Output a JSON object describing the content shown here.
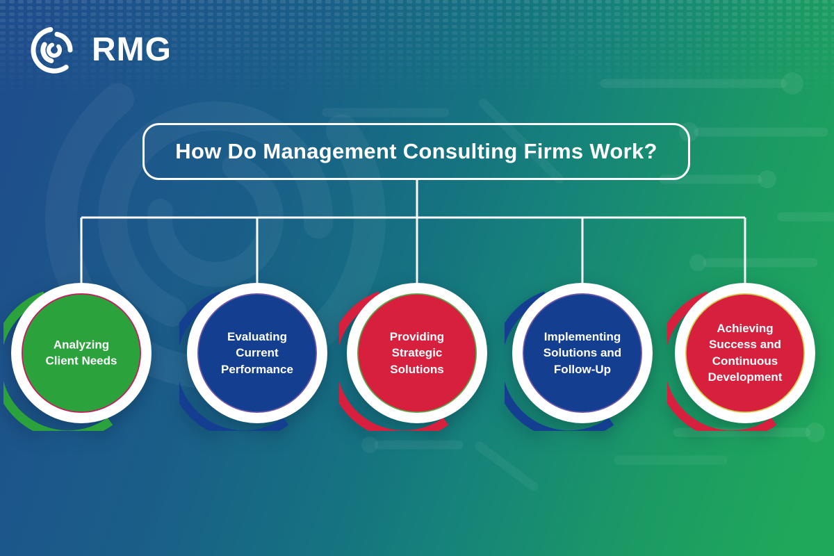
{
  "brand": {
    "name": "RMG",
    "logo_icon": "concentric-arcs-spiral"
  },
  "title": "How Do Management Consulting Firms Work?",
  "colors": {
    "background_blue": "#1E4E8C",
    "background_teal": "#16827A",
    "background_green": "#20A85A",
    "connector": "#FFFFFF",
    "node_green": "#2BA23C",
    "node_blue": "#143F90",
    "node_red": "#D7203D"
  },
  "nodes": [
    {
      "label": "Analyzing\nClient Needs",
      "color": "#2BA23C",
      "accent": "#C9195C"
    },
    {
      "label": "Evaluating\nCurrent\nPerformance",
      "color": "#143F90",
      "accent": "#7059A8"
    },
    {
      "label": "Providing\nStrategic\nSolutions",
      "color": "#D7203D",
      "accent": "#5FA34B"
    },
    {
      "label": "Implementing\nSolutions and\nFollow-Up",
      "color": "#143F90",
      "accent": "#7059A8"
    },
    {
      "label": "Achieving\nSuccess and\nContinuous\nDevelopment",
      "color": "#D7203D",
      "accent": "#D3C94F"
    }
  ]
}
